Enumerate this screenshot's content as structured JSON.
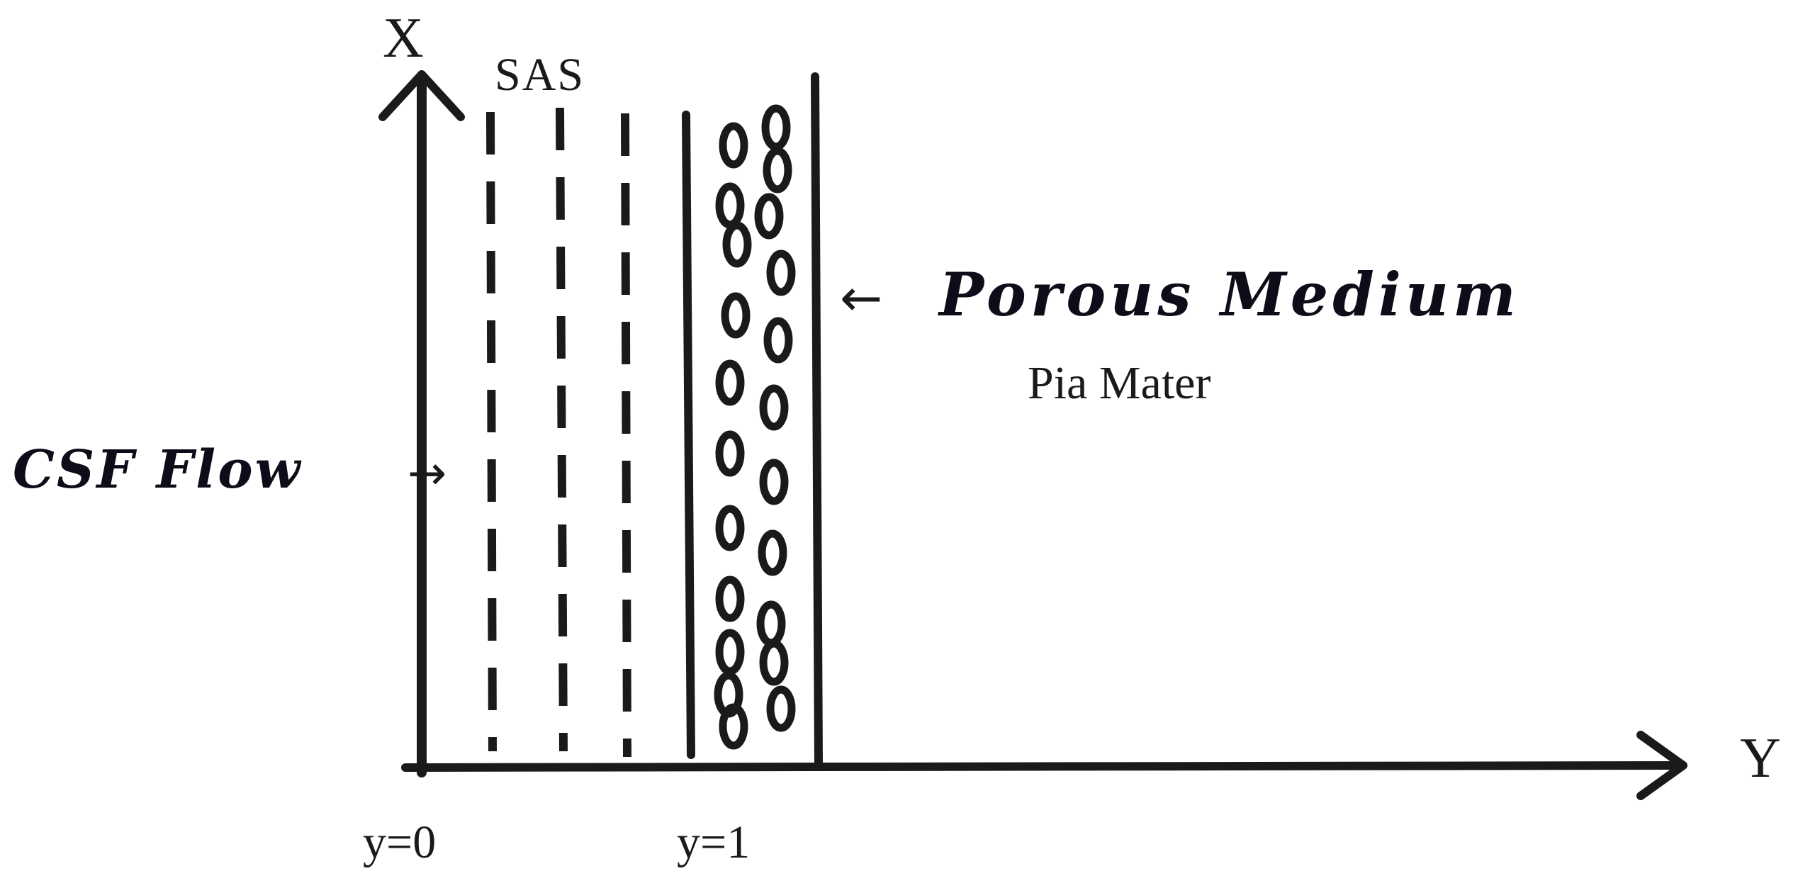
{
  "labels": {
    "x_axis": "X",
    "y_axis": "Y",
    "sas": "SAS",
    "porous_medium": "Porous Medium",
    "porous_arrow": "←",
    "pia_mater": "Pia Mater",
    "csf_flow": "CSF Flow",
    "csf_arrow": "→",
    "y0": "y=0",
    "y1": "y=1"
  },
  "colors": {
    "ink": "#1a1a1a",
    "background": "#ffffff"
  },
  "icons": {
    "pore": "ellipse-ring",
    "axis_arrowhead": "chevron-arrowhead"
  }
}
